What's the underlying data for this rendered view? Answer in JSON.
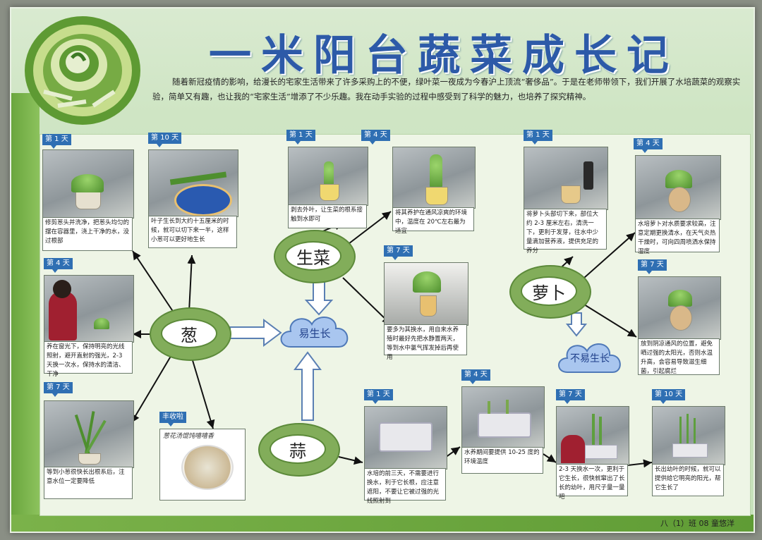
{
  "title": "一米阳台蔬菜成长记",
  "intro": "随着新冠疫情的影响，给漫长的宅家生活带来了许多采购上的不便，绿叶菜一夜成为今春沪上顶流“奢侈品”。于是在老师带领下，我们开展了水培蔬菜的观察实验，简单又有趣，也让我的“宅家生活”增添了不少乐趣。我在动手实验的过程中感受到了科学的魅力，也培养了探究精神。",
  "nodes": {
    "cong": "葱",
    "shengcai": "生菜",
    "suan": "蒜",
    "luobo": "萝卜"
  },
  "clouds": {
    "easy": "易生长",
    "hard": "不易生长"
  },
  "cong": {
    "day1": {
      "tag": "第 1 天",
      "text": "修剪葱头并洗净，把葱头均匀的摆在容器里，浇上干净的水，没过根部"
    },
    "day10": {
      "tag": "第 10 天",
      "text": "叶子生长到大约十五厘米的时候，就可以切下来一半，这样小葱可以更好地生长"
    },
    "day4": {
      "tag": "第 4 天",
      "text": "养在窗光下，保持明亮的光线照射，避开直射的强光，2-3 天换一次水，保持水的清洁、干净"
    },
    "day7": {
      "tag": "第 7 天",
      "text": "等到小葱很快长出根系后，注意水位一定要降低"
    },
    "harvest": {
      "tag": "丰收啦",
      "text": "葱花汤馄饨嘻嘻香"
    }
  },
  "shengcai": {
    "day1": {
      "tag": "第 1 天",
      "text": "剥去外叶，让生菜的根系接触到水即可"
    },
    "day4": {
      "tag": "第 4 天",
      "text": "将其养护在通风凉爽的环境中，温度在 20℃左右最为适宜"
    },
    "day7": {
      "tag": "第 7 天",
      "text": "要多为其换水，用自来水养殖时最好先把水静置两天，等到水中氯气挥发掉后再使用"
    }
  },
  "luobo": {
    "day1": {
      "tag": "第 1 天",
      "text": "将萝卜头部切下来，部位大约 2-3 厘米左右，清洗一下，更利于发芽，往水中少量滴加营养液，提供充足的养分"
    },
    "day4": {
      "tag": "第 4 天",
      "text": "水培萝卜对水质要求较高，注意定期更换清水，在天气炎热干燥时，可向四周喷洒水保持湿度"
    },
    "day7": {
      "tag": "第 7 天",
      "text": "放到阴凉通风的位置，避免晒过强的太阳光，否则水温升高，会容易导致滋生细菌，引起腐烂"
    }
  },
  "suan": {
    "day1": {
      "tag": "第 1 天",
      "text": "水培的前三天，不需要进行换水，利于它长根，应注意遮阳，不要让它被过强的光线照射到"
    },
    "day4": {
      "tag": "第 4 天",
      "text": "水养期间要提供 10-25 度的环境温度"
    },
    "day7": {
      "tag": "第 7 天",
      "text": "2-3 天换水一次，更利于它生长，很快就窜出了长长的幼叶，用尺子量一量吧"
    },
    "day10": {
      "tag": "第 10 天",
      "text": "长出幼叶的时候，就可以提供给它明亮的阳光，帮它生长了"
    }
  },
  "footer": "八（1）班  08 童悠洋",
  "colors": {
    "title": "#2d5aa8",
    "tag": "#2f6fb3",
    "node": "#82ad5a",
    "cloud": "#a9c6ef"
  }
}
